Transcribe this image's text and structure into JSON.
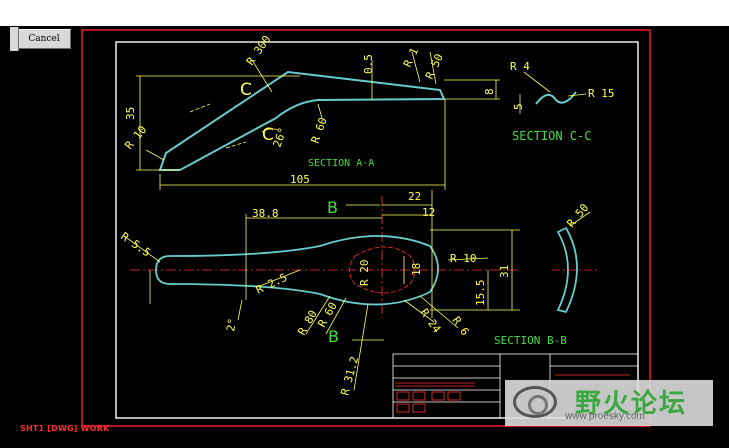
{
  "toolbar": {
    "cancel_label": "Cancel"
  },
  "status_bar": {
    "text": "SHT1 [DWG] WORK"
  },
  "watermark": {
    "site_name": "野火论坛",
    "url": "www.proesky.com"
  },
  "colors": {
    "background": "#000000",
    "sheet_border": "#ff2020",
    "frame": "#ffffff",
    "dimension_text": "#ffff55",
    "section_label": "#44dd44",
    "outline": "#66cccc"
  },
  "drawing": {
    "section_aa": {
      "label": "SECTION A-A",
      "dims": {
        "r300": "R 300",
        "d05": "0.5",
        "r1": "R 1",
        "r50": "R 50",
        "d8": "8",
        "d35": "35",
        "r10": "R 10",
        "r60": "R 60",
        "a26": "26°",
        "d105": "105",
        "cut_c1": "C",
        "cut_c2": "C"
      }
    },
    "section_cc": {
      "label": "SECTION C-C",
      "dims": {
        "r4": "R 4",
        "r15": "R 15",
        "d5": "5"
      }
    },
    "top_view": {
      "dims": {
        "d22": "22",
        "d388": "38.8",
        "d12": "12",
        "cut_b1": "B",
        "cut_b2": "B",
        "r55": "R 5.5",
        "r25": "R 2.5",
        "r20": "R 20",
        "d18": "18",
        "r10b": "R 10",
        "d155": "15.5",
        "d31": "31",
        "a2": "2°",
        "r80": "R 80",
        "r60b": "R 60",
        "r312": "R 31.2",
        "r24": "R 24",
        "r6": "R 6"
      }
    },
    "section_bb": {
      "label": "SECTION B-B",
      "dims": {
        "r50b": "R 50"
      }
    }
  }
}
